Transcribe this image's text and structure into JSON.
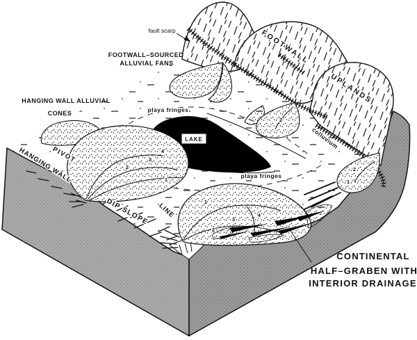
{
  "diagram": {
    "caption": {
      "line1": "CONTINENTAL",
      "line2": "HALF–GRABEN WITH",
      "line3": "INTERIOR DRAINAGE"
    },
    "annotations": {
      "fault_scarp": "fault scarp",
      "footwall_sourced_line1": "FOOTWALL–SOURCED",
      "footwall_sourced_line2": "ALLUVIAL FANS",
      "hanging_wall_cones_line1": "HANGING WALL ALLUVIAL",
      "hanging_wall_cones_line2": "CONES",
      "footwall": "FOOTWALL",
      "uplands": "UPLANDS",
      "colluvium": "colluvium",
      "pivot": "PIVOT",
      "hanging_wall": "HANGING WALL",
      "dip_slope": "DIP SLOPE",
      "pivot_line_word": "LINE",
      "playa_fringes": "playa fringes",
      "lake": "LAKE"
    },
    "lobe_numbers": {
      "n1": "1",
      "n2": "2",
      "n3": "3",
      "n4": "4"
    },
    "colors": {
      "ink": "#111111",
      "paper": "#ffffff",
      "lake": "#000000",
      "front_left_face": "#ababab",
      "front_right_face": "#9d9d9d"
    }
  }
}
